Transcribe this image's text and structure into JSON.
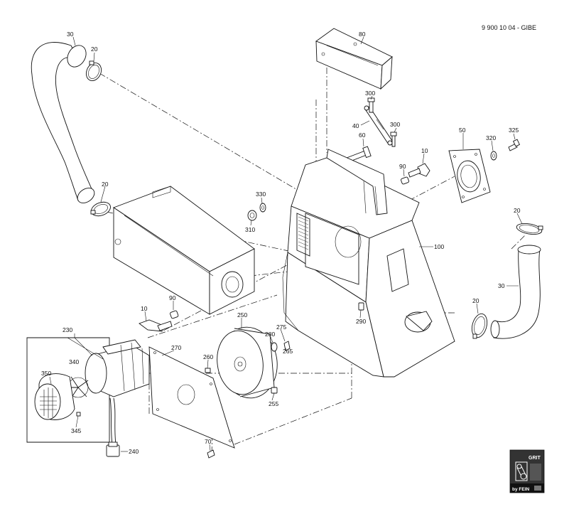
{
  "document_number": "9 900 10 04 - GIBE",
  "logo": {
    "brand": "GRIT",
    "sub": "by FEIN"
  },
  "labels": {
    "p30a": "30",
    "p20a": "20",
    "p80": "80",
    "p300a": "300",
    "p40": "40",
    "p300b": "300",
    "p60": "60",
    "p10a": "10",
    "p90a": "90",
    "p50": "50",
    "p320": "320",
    "p325": "325",
    "p20b": "20",
    "p330": "330",
    "p310": "310",
    "p100": "100",
    "p20c": "20",
    "p30b": "30",
    "p20d": "20",
    "p90b": "90",
    "p10b": "10",
    "p290": "290",
    "p230": "230",
    "p250": "250",
    "p280": "280",
    "p275": "275",
    "p265": "265",
    "p340": "340",
    "p270": "270",
    "p260": "260",
    "p350": "350",
    "p255": "255",
    "p345": "345",
    "p240": "240",
    "p70": "70"
  }
}
